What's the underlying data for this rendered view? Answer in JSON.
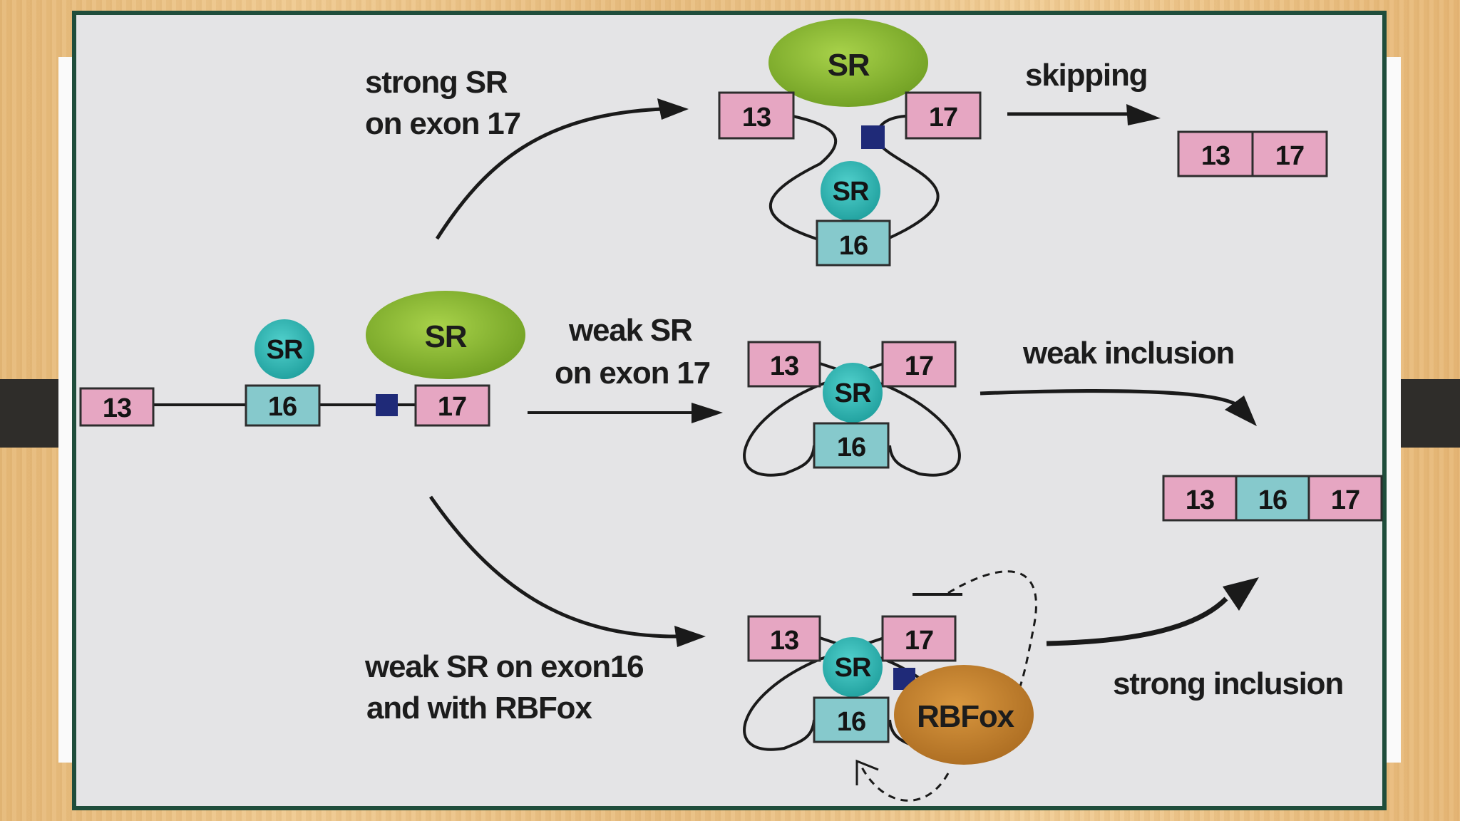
{
  "labels": {
    "strong_sr_1": "strong SR",
    "strong_sr_2": "on exon 17",
    "weak_sr_1": "weak SR",
    "weak_sr_2": "on exon 17",
    "weak_sr16_1": "weak SR on exon16",
    "weak_sr16_2": "and with RBFox",
    "skipping": "skipping",
    "weak_inclusion": "weak inclusion",
    "strong_inclusion": "strong inclusion"
  },
  "exons": {
    "e13": "13",
    "e16": "16",
    "e17": "17"
  },
  "proteins": {
    "sr": "SR",
    "rbfox": "RBFox"
  },
  "colors": {
    "frame": "#1f4d3b",
    "panel": "#e4e4e6",
    "exon_pink": "#e6a6c2",
    "exon_teal": "#86c9cc",
    "sr_large": "#86b42e",
    "sr_small": "#2fb5b3",
    "rbfox": "#c0802e",
    "splice_site": "#1f2a78"
  }
}
